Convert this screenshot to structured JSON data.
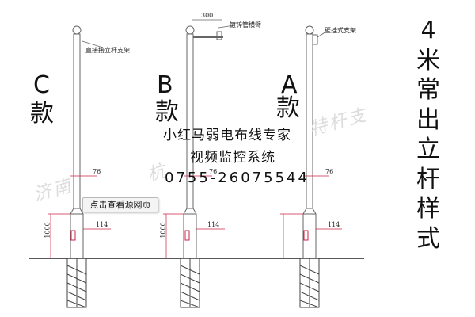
{
  "watermark_ghost": [
    "济南",
    "杭",
    "特杆支"
  ],
  "models": {
    "c": {
      "letter": "C",
      "suffix": "款",
      "annotation": "直接接立杆支架"
    },
    "b": {
      "letter": "B",
      "suffix": "款",
      "annotation": "镀锌管横臂",
      "arm_length": "300",
      "dim_top": "76",
      "dim_height": "1000",
      "dim_base": "114"
    },
    "a": {
      "letter": "A",
      "suffix": "款",
      "annotation": "壁挂式支架"
    }
  },
  "dims": {
    "c_top": "76",
    "c_base": "114",
    "c_height": "1000",
    "b_height": "1000",
    "b_base": "114",
    "b_top": "76",
    "a_top": "76",
    "a_base": "114"
  },
  "title_vertical": [
    "4",
    "米",
    "常",
    "出",
    "立",
    "杆",
    "样",
    "式"
  ],
  "watermark": {
    "line1": "小红马弱电布线专家",
    "line2": "视频监控系统",
    "phone": "0755-26075544"
  },
  "view_source_button": "点击查看源网页",
  "colors": {
    "line": "#555555",
    "ground": "#222222",
    "dim_line": "#cc2244",
    "watermark": "#111111"
  }
}
